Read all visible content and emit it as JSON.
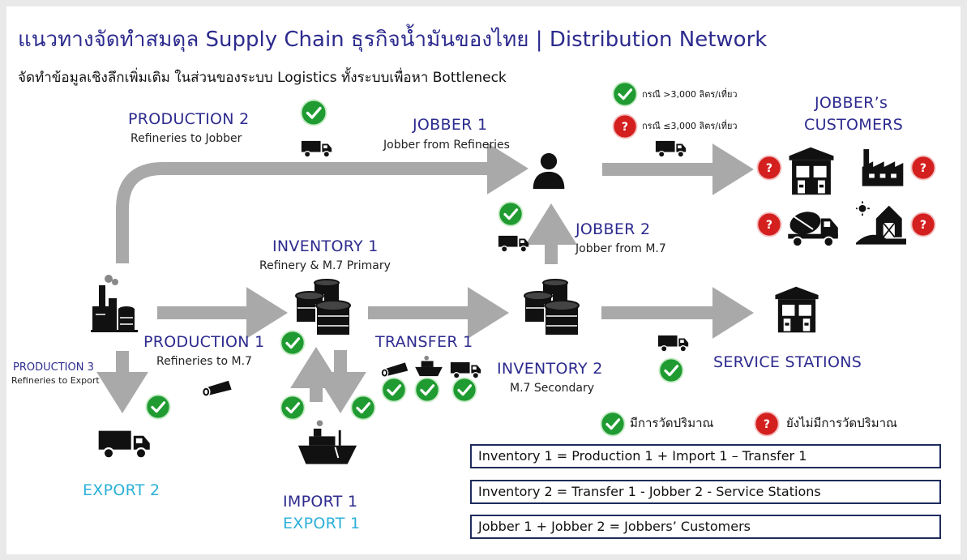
{
  "header": {
    "title": "แนวทางจัดทำสมดุล Supply Chain ธุรกิจน้ำมันของไทย | Distribution Network",
    "subtitle": "จัดทำข้อมูลเชิงลึกเพิ่มเติม ในส่วนของระบบ Logistics ทั้งระบบเพื่อหา Bottleneck"
  },
  "nodes": {
    "production2": {
      "label": "PRODUCTION 2",
      "sub": "Refineries to Jobber"
    },
    "jobber1": {
      "label": "JOBBER 1",
      "sub": "Jobber from Refineries"
    },
    "jobbers_customers": {
      "line1": "JOBBER’s",
      "line2": "CUSTOMERS"
    },
    "jobber2": {
      "label": "JOBBER 2",
      "sub": "Jobber from M.7"
    },
    "inventory1": {
      "label": "INVENTORY 1",
      "sub": "Refinery & M.7 Primary"
    },
    "production1": {
      "label": "PRODUCTION 1",
      "sub": "Refineries to M.7"
    },
    "transfer1": {
      "label": "TRANSFER 1"
    },
    "inventory2": {
      "label": "INVENTORY 2",
      "sub": "M.7 Secondary"
    },
    "service_stations": {
      "label": "SERVICE STATIONS"
    },
    "production3": {
      "label": "PRODUCTION 3",
      "sub": "Refineries to Export"
    },
    "export2": {
      "label": "EXPORT 2"
    },
    "import1": {
      "label": "IMPORT 1"
    },
    "export1": {
      "label": "EXPORT 1"
    }
  },
  "conditions": {
    "over": "กรณี >3,000 ลิตร/เที่ยว",
    "under": "กรณี ≤3,000 ลิตร/เที่ยว"
  },
  "legend": {
    "measured": "มีการวัดปริมาณ",
    "not_measured": "ยังไม่มีการวัดปริมาณ"
  },
  "equations": [
    "Inventory 1 = Production 1 + Import 1 – Transfer 1",
    "Inventory 2 = Transfer 1 - Jobber  2 - Service Stations",
    "Jobber 1 + Jobber 2 = Jobbers’ Customers"
  ],
  "icons": {
    "check": "check-circle-icon",
    "question": "question-circle-icon",
    "truck": "truck-icon",
    "factory": "factory-icon",
    "tank": "storage-tank-icon",
    "ship": "ship-icon",
    "pipe": "pipeline-icon",
    "person": "person-icon",
    "gas_station": "gas-station-icon",
    "mixer": "cement-mixer-icon",
    "farm": "farm-icon"
  },
  "colors": {
    "title": "#2d2b8e",
    "cyan": "#2bb0d8",
    "check": "#1f9b31",
    "question": "#d41f1f",
    "arrow": "#a9a9a9",
    "box_border": "#1e2c5c"
  }
}
